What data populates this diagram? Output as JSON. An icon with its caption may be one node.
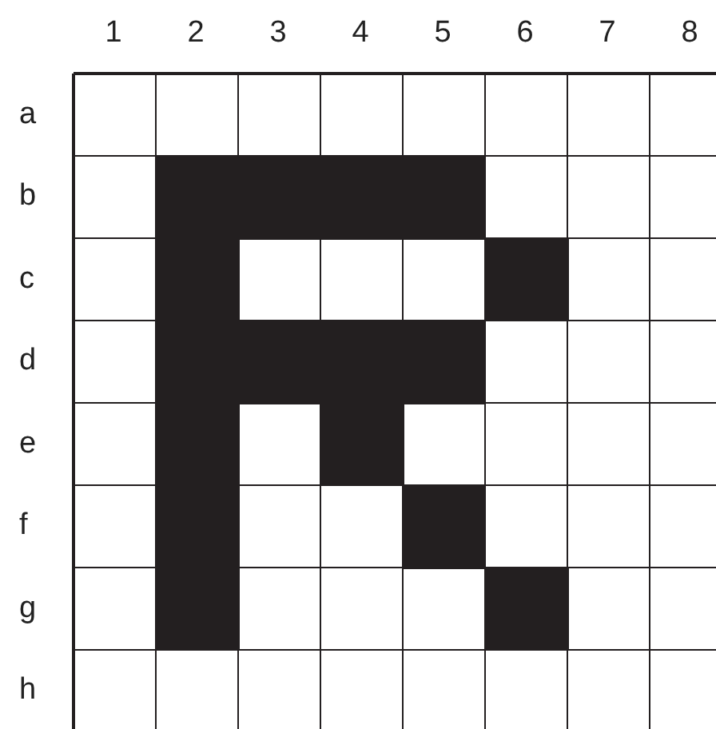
{
  "diagram": {
    "nodes": [
      {
        "text": [],
        "shape": "box"
      },
      {
        "text": [],
        "shape": "box"
      },
      {
        "text": [],
        "shape": "box"
      },
      {
        "text": [],
        "shape": "box"
      },
      {
        "text": [],
        "shape": "box"
      },
      {
        "text": [],
        "shape": "box"
      },
      {
        "text": [],
        "shape": "box"
      },
      {
        "text": [],
        "shape": "box"
      },
      {
        "text": [],
        "shape": "box"
      },
      {
        "text": [],
        "shape": "box"
      },
      {
        "text": [],
        "shape": "box"
      },
      {
        "text": [],
        "shape": "box"
      },
      {
        "text": [],
        "shape": "box"
      },
      {
        "text": [],
        "shape": "box"
      },
      {
        "text": [],
        "shape": "box"
      },
      {
        "text": [],
        "shape": "box"
      }
    ],
    "edges": [],
    "labels": [
      "1",
      "2",
      "3",
      "4",
      "5",
      "6",
      "7",
      "8",
      "a",
      "b",
      "c",
      "d",
      "e",
      "f",
      "g",
      "h"
    ]
  }
}
